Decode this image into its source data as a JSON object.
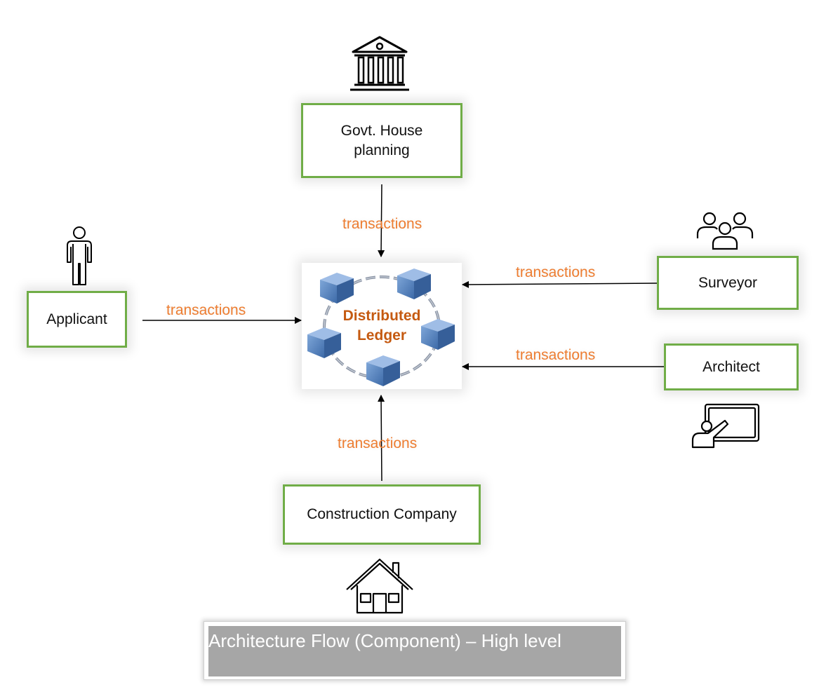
{
  "nodes": {
    "govt": "Govt. House\nplanning",
    "applicant": "Applicant",
    "surveyor": "Surveyor",
    "architect": "Architect",
    "construction": "Construction Company"
  },
  "ledger": {
    "label": "Distributed\nLedger"
  },
  "edges": [
    {
      "from": "govt",
      "to": "ledger",
      "label": "transactions"
    },
    {
      "from": "applicant",
      "to": "ledger",
      "label": "transactions"
    },
    {
      "from": "surveyor",
      "to": "ledger",
      "label": "transactions"
    },
    {
      "from": "architect",
      "to": "ledger",
      "label": "transactions"
    },
    {
      "from": "construction",
      "to": "ledger",
      "label": "transactions"
    }
  ],
  "icons": {
    "govt": "government-building-icon",
    "applicant": "person-icon",
    "surveyor": "group-icon",
    "architect": "presenter-board-icon",
    "construction": "house-icon",
    "ledger": "blockchain-icon"
  },
  "colors": {
    "node_border": "#70ad47",
    "edge_label": "#ed7d31",
    "ledger_label": "#c55a11",
    "block_fill": "#4f81bd",
    "caption_bg": "#a6a6a6"
  },
  "caption": "Architecture Flow (Component) – High level"
}
